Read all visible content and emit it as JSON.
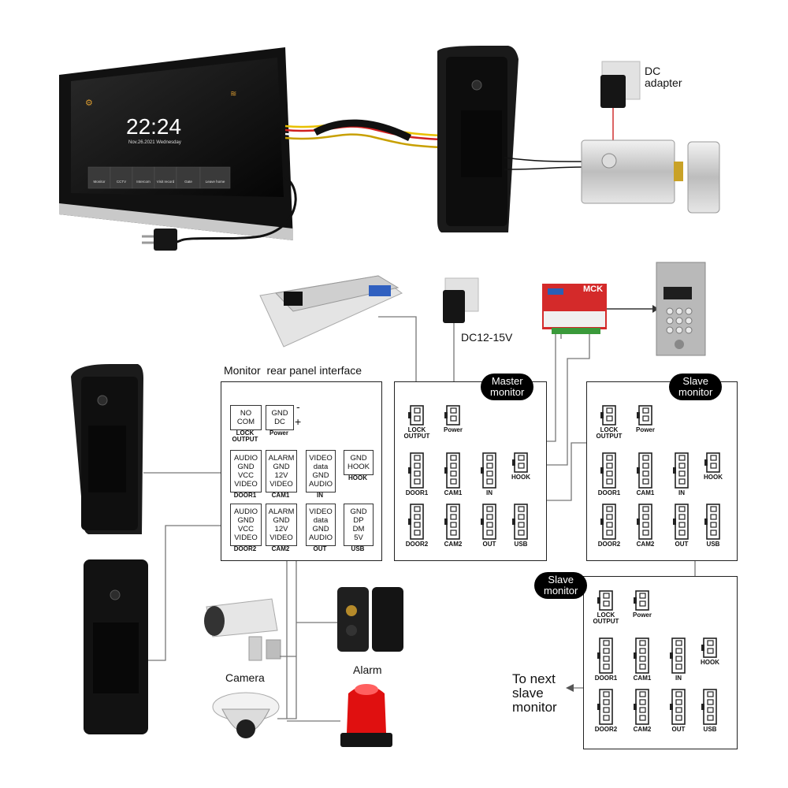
{
  "monitor": {
    "time": "22:24",
    "date": "Nov.26.2021  Wednesday",
    "apps": [
      "Monitor",
      "CCTV",
      "Intercom",
      "Visit record",
      "Gate",
      "Leave home"
    ]
  },
  "labels": {
    "dc_adapter": "DC\nadapter",
    "dc_voltage": "DC12-15V",
    "mck": "MCK",
    "rear_panel_title": "Monitor  rear panel interface",
    "camera": "Camera",
    "alarm": "Alarm",
    "to_next": "To next\nslave\nmonitor"
  },
  "rear_panel": {
    "lock": {
      "lines": [
        "NO",
        "COM"
      ],
      "caption": "LOCK\nOUTPUT"
    },
    "power": {
      "lines": [
        "GND",
        "DC"
      ],
      "caption": "Power",
      "minus": "-",
      "plus": "+"
    },
    "door1": {
      "lines": [
        "AUDIO",
        "GND",
        "VCC",
        "VIDEO"
      ],
      "caption": "DOOR1"
    },
    "cam1": {
      "lines": [
        "ALARM",
        "GND",
        "12V",
        "VIDEO"
      ],
      "caption": "CAM1"
    },
    "in": {
      "lines": [
        "VIDEO",
        "data",
        "GND",
        "AUDIO"
      ],
      "caption": "IN"
    },
    "hook": {
      "lines": [
        "GND",
        "HOOK"
      ],
      "caption": "HOOK"
    },
    "door2": {
      "lines": [
        "AUDIO",
        "GND",
        "VCC",
        "VIDEO"
      ],
      "caption": "DOOR2"
    },
    "cam2": {
      "lines": [
        "ALARM",
        "GND",
        "12V",
        "VIDEO"
      ],
      "caption": "CAM2"
    },
    "out": {
      "lines": [
        "VIDEO",
        "data",
        "GND",
        "AUDIO"
      ],
      "caption": "OUT"
    },
    "usb": {
      "lines": [
        "GND",
        "DP",
        "DM",
        "5V"
      ],
      "caption": "USB"
    }
  },
  "master_panel": {
    "title": "Master\nmonitor",
    "conn": {
      "lock": "LOCK\nOUTPUT",
      "power": "Power",
      "door1": "DOOR1",
      "cam1": "CAM1",
      "in": "IN",
      "hook": "HOOK",
      "door2": "DOOR2",
      "cam2": "CAM2",
      "out": "OUT",
      "usb": "USB"
    }
  },
  "slave_panel_1": {
    "title": "Slave\nmonitor",
    "conn": {
      "lock": "LOCK\nOUTPUT",
      "power": "Power",
      "door1": "DOOR1",
      "cam1": "CAM1",
      "in": "IN",
      "hook": "HOOK",
      "door2": "DOOR2",
      "cam2": "CAM2",
      "out": "OUT",
      "usb": "USB"
    }
  },
  "slave_panel_2": {
    "title": "Slave\nmonitor",
    "conn": {
      "lock": "LOCK\nOUTPUT",
      "power": "Power",
      "door1": "DOOR1",
      "cam1": "CAM1",
      "in": "IN",
      "hook": "HOOK",
      "door2": "DOOR2",
      "cam2": "CAM2",
      "out": "OUT",
      "usb": "USB"
    }
  },
  "colors": {
    "device_black": "#1a1a1a",
    "wire": "#666666",
    "mck_red": "#d42a2a",
    "alarm_red": "#e01010"
  }
}
